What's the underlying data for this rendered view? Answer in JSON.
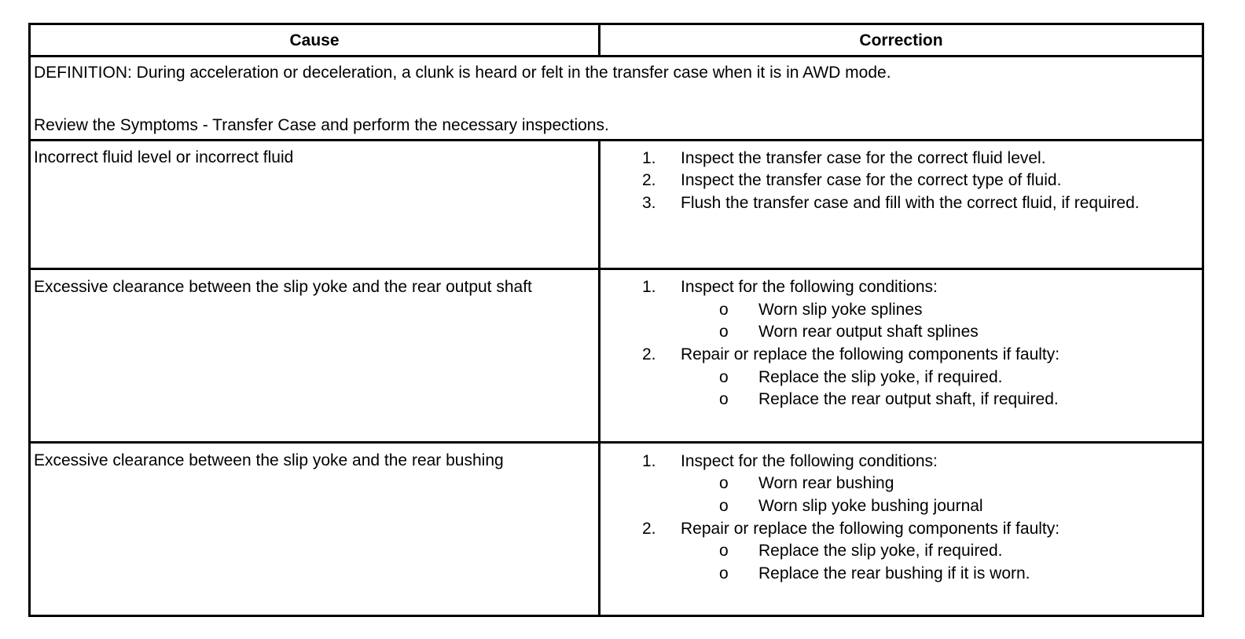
{
  "table": {
    "headers": {
      "cause": "Cause",
      "correction": "Correction"
    },
    "definition": {
      "line1": "DEFINITION: During acceleration or deceleration, a clunk is heard or felt in the transfer case when it is in AWD mode.",
      "line2": "Review the Symptoms - Transfer Case and perform the necessary inspections."
    },
    "rows": [
      {
        "cause": "Incorrect fluid level or incorrect fluid",
        "steps": [
          {
            "num": "1.",
            "text": "Inspect the transfer case for the correct fluid level."
          },
          {
            "num": "2.",
            "text": "Inspect the transfer case for the correct type of fluid."
          },
          {
            "num": "3.",
            "text": "Flush the transfer case and fill with the correct fluid, if required."
          }
        ]
      },
      {
        "cause": "Excessive clearance between the slip yoke and the rear output shaft",
        "steps": [
          {
            "num": "1.",
            "text": "Inspect for the following conditions:",
            "bullets": [
              "Worn slip yoke splines",
              "Worn rear output shaft splines"
            ]
          },
          {
            "num": "2.",
            "text": "Repair or replace the following components if faulty:",
            "bullets": [
              "Replace the slip yoke, if required.",
              "Replace the rear output shaft, if required."
            ]
          }
        ]
      },
      {
        "cause": "Excessive clearance between the slip yoke and the rear bushing",
        "steps": [
          {
            "num": "1.",
            "text": "Inspect for the following conditions:",
            "bullets": [
              "Worn rear bushing",
              "Worn slip yoke bushing journal"
            ]
          },
          {
            "num": "2.",
            "text": "Repair or replace the following components if faulty:",
            "bullets": [
              "Replace the slip yoke, if required.",
              "Replace the rear bushing if it is worn."
            ]
          }
        ]
      }
    ],
    "bullet_glyph": "o"
  }
}
